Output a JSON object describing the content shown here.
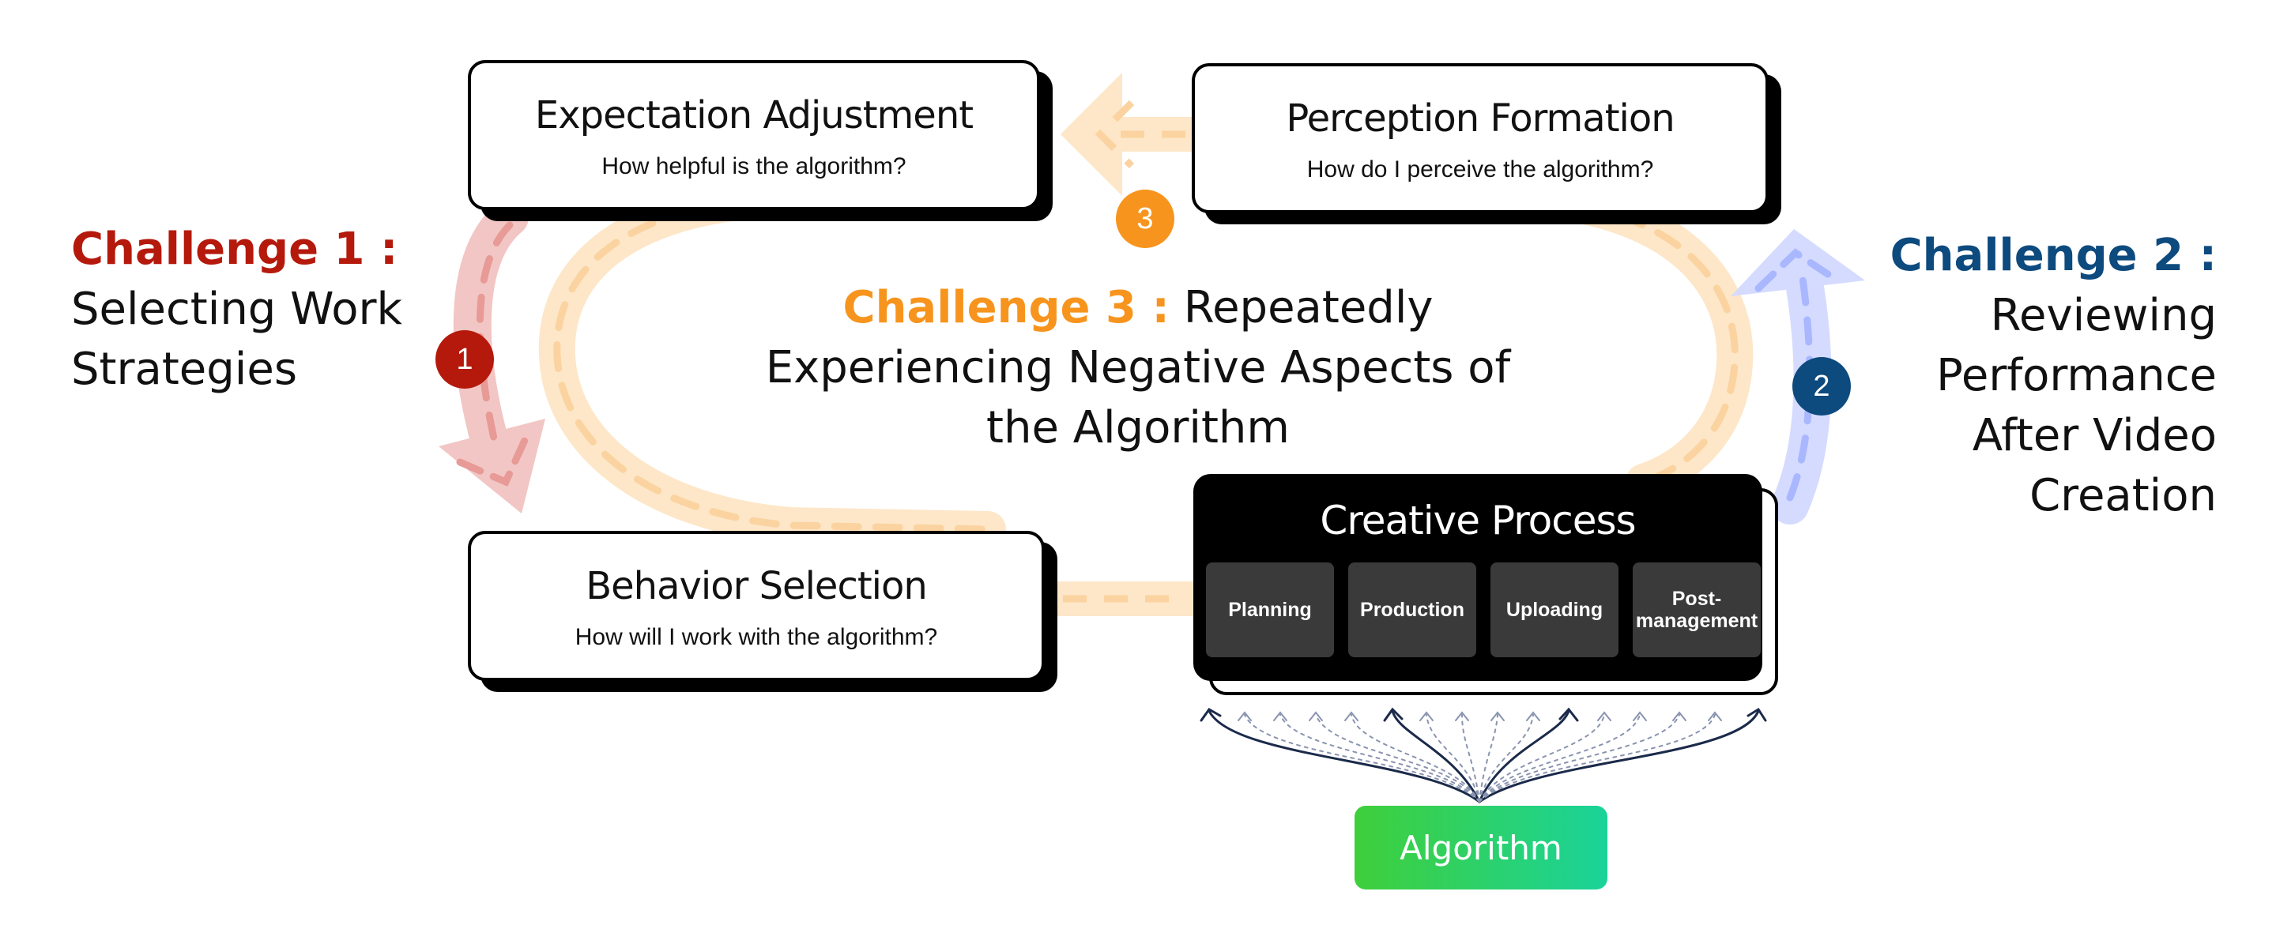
{
  "colors": {
    "challenge1": "#b5190c",
    "challenge2": "#0d4a7e",
    "challenge3": "#f7941d",
    "arrow1": "#f2c6c4",
    "arrow2": "#d5dbff",
    "loop": "#fde7c8",
    "algorithm_start": "#3fcf3a",
    "algorithm_end": "#1ad39a"
  },
  "boxes": {
    "expectation": {
      "title": "Expectation Adjustment",
      "subtitle": "How helpful is the algorithm?"
    },
    "perception": {
      "title": "Perception Formation",
      "subtitle": "How do I perceive the algorithm?"
    },
    "behavior": {
      "title": "Behavior Selection",
      "subtitle": "How will I work with the algorithm?"
    },
    "creative": {
      "title": "Creative Process",
      "steps": [
        "Planning",
        "Production",
        "Uploading",
        "Post-\nmanagement"
      ]
    }
  },
  "challenges": {
    "c1": {
      "heading": "Challenge 1 :",
      "lines": [
        "Selecting Work",
        "Strategies"
      ]
    },
    "c2": {
      "heading": "Challenge 2 :",
      "lines": [
        "Reviewing",
        "Performance",
        "After Video",
        "Creation"
      ]
    },
    "c3": {
      "heading": "Challenge 3 :",
      "line1_rest": " Repeatedly",
      "line2": "Experiencing Negative Aspects of",
      "line3": "the Algorithm"
    }
  },
  "badges": {
    "b1": "1",
    "b2": "2",
    "b3": "3"
  },
  "algorithm": {
    "label": "Algorithm"
  },
  "icons": {
    "arrow_style": "dashed-curved-arrow"
  }
}
